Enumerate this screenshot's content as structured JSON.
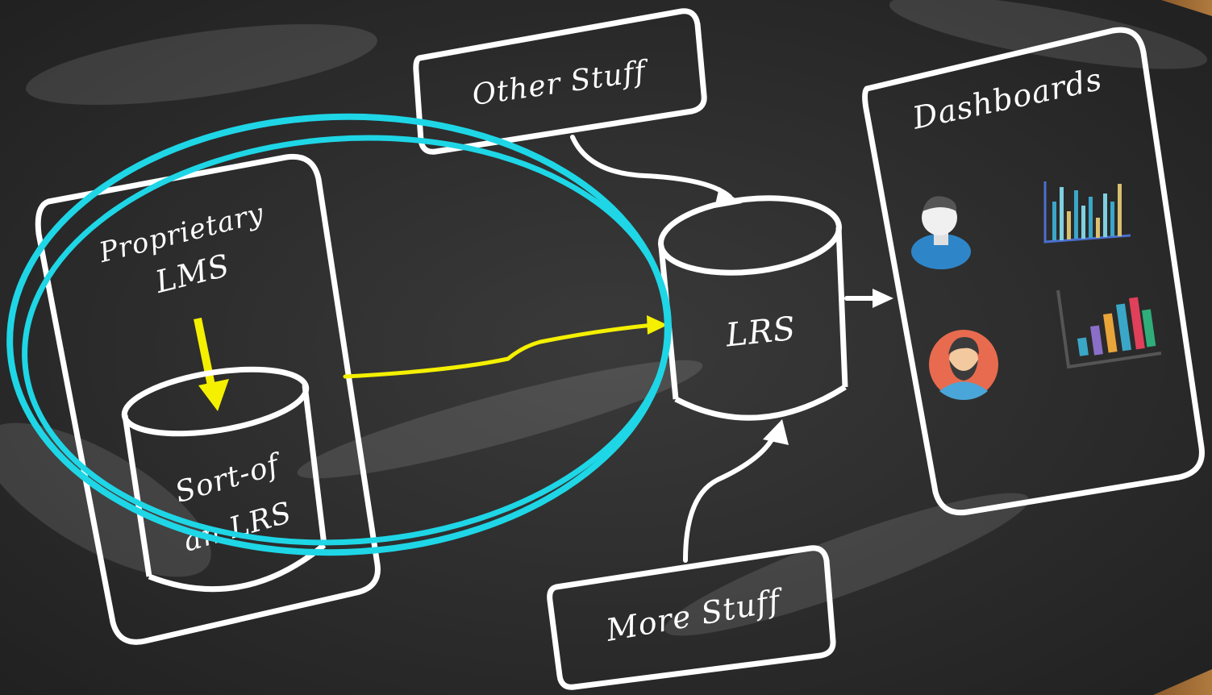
{
  "diagram": {
    "nodes": {
      "lms": {
        "line1": "Proprietary",
        "line2": "LMS"
      },
      "sort_of_lrs": {
        "line1": "Sort-of",
        "line2": "an LRS"
      },
      "other_stuff": {
        "label": "Other Stuff"
      },
      "lrs": {
        "label": "LRS"
      },
      "more_stuff": {
        "label": "More Stuff"
      },
      "dashboards": {
        "label": "Dashboards"
      }
    },
    "colors": {
      "board": "#2b2b2b",
      "chalk": "#ffffff",
      "highlight_ellipse": "#1ed6e6",
      "flow_arrow": "#f4f000"
    },
    "icons": [
      "user-avatar-icon",
      "bar-chart-icon",
      "bearded-user-avatar-icon",
      "colored-bar-chart-icon"
    ]
  }
}
